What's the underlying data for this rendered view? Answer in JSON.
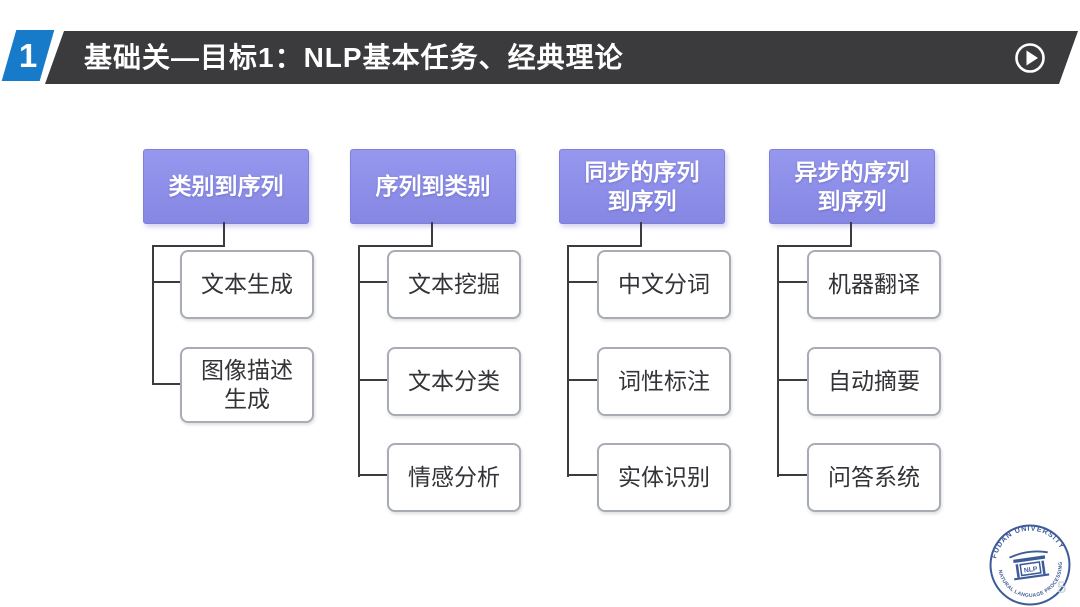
{
  "header": {
    "badge_number": "1",
    "title": "基础关—目标1：NLP基本任务、经典理论"
  },
  "diagram": {
    "columns": [
      {
        "title_line1": "类别到序列",
        "title_line2": "",
        "children": [
          {
            "line1": "文本生成",
            "line2": ""
          },
          {
            "line1": "图像描述",
            "line2": "生成"
          }
        ]
      },
      {
        "title_line1": "序列到类别",
        "title_line2": "",
        "children": [
          {
            "line1": "文本挖掘",
            "line2": ""
          },
          {
            "line1": "文本分类",
            "line2": ""
          },
          {
            "line1": "情感分析",
            "line2": ""
          }
        ]
      },
      {
        "title_line1": "同步的序列",
        "title_line2": "到序列",
        "children": [
          {
            "line1": "中文分词",
            "line2": ""
          },
          {
            "line1": "词性标注",
            "line2": ""
          },
          {
            "line1": "实体识别",
            "line2": ""
          }
        ]
      },
      {
        "title_line1": "异步的序列",
        "title_line2": "到序列",
        "children": [
          {
            "line1": "机器翻译",
            "line2": ""
          },
          {
            "line1": "自动摘要",
            "line2": ""
          },
          {
            "line1": "问答系统",
            "line2": ""
          }
        ]
      }
    ]
  },
  "seal": {
    "arc_top": "FUDAN UNIVERSITY",
    "arc_bottom": "NATURAL LANGUAGE PROCESSING",
    "center_text": "NLP"
  },
  "artifact": {
    "page_mark": "5"
  },
  "colors": {
    "accent_blue": "#177bc9",
    "bar_dark": "#3b3b3d",
    "node_purple": "#8f90e8",
    "connector": "#3c3c3e",
    "seal_blue": "#2a4a8f"
  }
}
